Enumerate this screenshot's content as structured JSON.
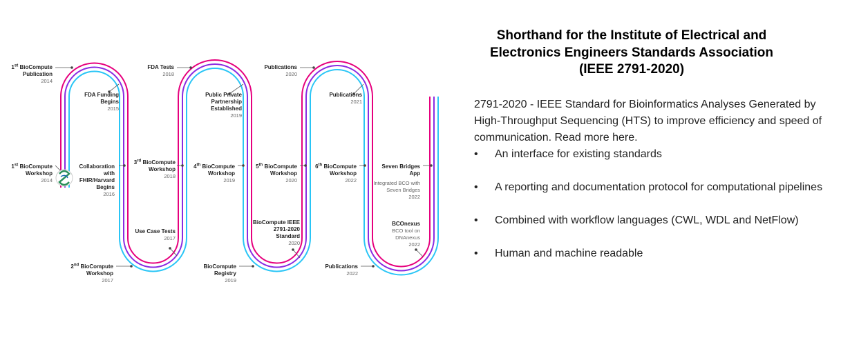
{
  "colors": {
    "pink": "#e6007e",
    "purple": "#8a2be2",
    "cyan": "#29c5f6",
    "dot": "#444444"
  },
  "timeline": {
    "events": [
      {
        "title_html": "1<sup>st</sup> BioCompute Publication",
        "year": "2014"
      },
      {
        "title_html": "FDA Funding Begins",
        "year": "2015"
      },
      {
        "title_html": "1<sup>st</sup> BioCompute Workshop",
        "year": "2014"
      },
      {
        "title_html": "Collaboration with FHIR/Harvard Begins",
        "year": "2016"
      },
      {
        "title_html": "2<sup>nd</sup> BioCompute Workshop",
        "year": "2017"
      },
      {
        "title_html": "FDA Tests",
        "year": "2018"
      },
      {
        "title_html": "Public Private Partnership Established",
        "year": "2019"
      },
      {
        "title_html": "3<sup>rd</sup> BioCompute Workshop",
        "year": "2018"
      },
      {
        "title_html": "Use Case Tests",
        "year": "2017"
      },
      {
        "title_html": "BioCompute Registry",
        "year": "2019"
      },
      {
        "title_html": "4<sup>th</sup> BioCompute Workshop",
        "year": "2019"
      },
      {
        "title_html": "Publications",
        "year": "2020"
      },
      {
        "title_html": "5<sup>th</sup> BioCompute Workshop",
        "year": "2020"
      },
      {
        "title_html": "BioCompute IEEE 2791-2020 Standard",
        "year": "2020"
      },
      {
        "title_html": "Publications",
        "year": "2021"
      },
      {
        "title_html": "6<sup>th</sup> BioCompute Workshop",
        "year": "2022"
      },
      {
        "title_html": "Publications",
        "year": "2022"
      },
      {
        "title_html": "Seven Bridges App",
        "sub": "Integrated BCO with Seven Bridges",
        "year": "2022"
      },
      {
        "title_html": "BCOnexus",
        "sub": "BCO tool on DNAnexus",
        "year": "2022"
      }
    ]
  },
  "panel": {
    "title": "Shorthand for the Institute of Electrical and Electronics Engineers Standards Association (IEEE 2791-2020)",
    "description": "2791-2020 - IEEE Standard for Bioinformatics Analyses Generated by High-Throughput Sequencing (HTS) to improve efficiency and speed of communication. Read more here.",
    "bullets": [
      "An interface for existing standards",
      "A reporting and documentation protocol for computational pipelines",
      "Combined with workflow languages (CWL, WDL and NetFlow)",
      "Human and machine readable"
    ]
  }
}
